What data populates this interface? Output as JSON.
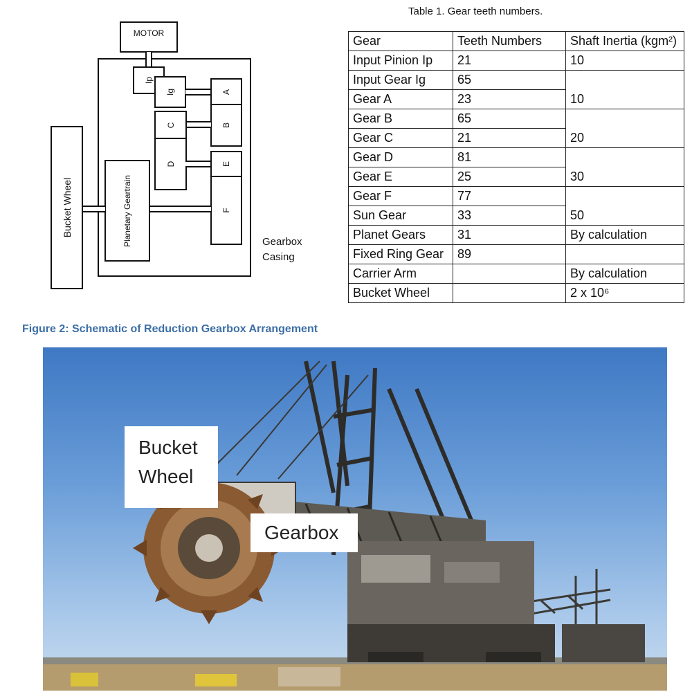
{
  "schematic": {
    "motor_label": "MOTOR",
    "input_pinion_label": "Ip",
    "input_gear_label": "Ig",
    "gear_a_label": "A",
    "gear_b_label": "B",
    "gear_c_label": "C",
    "gear_d_label": "D",
    "gear_e_label": "E",
    "gear_f_label": "F",
    "planetary_label": "Planetary Geartrain",
    "bucket_wheel_label": "Bucket Wheel",
    "casing_label_line1": "Gearbox",
    "casing_label_line2": "Casing",
    "caption": "Figure 2: Schematic of Reduction Gearbox Arrangement"
  },
  "table": {
    "title": "Table 1. Gear teeth numbers.",
    "headers": [
      "Gear",
      "Teeth Numbers",
      "Shaft Inertia (kgm²)"
    ],
    "rows": [
      {
        "gear": "Input Pinion Ip",
        "teeth": "21",
        "inertia": "10"
      },
      {
        "gear": "Input Gear Ig",
        "teeth": "65",
        "inertia": ""
      },
      {
        "gear": "Gear A",
        "teeth": "23",
        "inertia": "10"
      },
      {
        "gear": "Gear B",
        "teeth": "65",
        "inertia": ""
      },
      {
        "gear": "Gear C",
        "teeth": "21",
        "inertia": "20"
      },
      {
        "gear": "Gear D",
        "teeth": "81",
        "inertia": ""
      },
      {
        "gear": "Gear E",
        "teeth": "25",
        "inertia": "30"
      },
      {
        "gear": "Gear F",
        "teeth": "77",
        "inertia": ""
      },
      {
        "gear": "Sun Gear",
        "teeth": "33",
        "inertia": "50"
      },
      {
        "gear": "Planet Gears",
        "teeth": "31",
        "inertia": "By calculation"
      },
      {
        "gear": "Fixed Ring Gear",
        "teeth": "89",
        "inertia": ""
      },
      {
        "gear": "Carrier Arm",
        "teeth": "",
        "inertia": "By calculation"
      },
      {
        "gear": "Bucket Wheel",
        "teeth": "",
        "inertia": "2 x 10⁶"
      }
    ]
  },
  "photo": {
    "bucket_wheel_line1": "Bucket",
    "bucket_wheel_line2": "Wheel",
    "gearbox_label": "Gearbox"
  }
}
